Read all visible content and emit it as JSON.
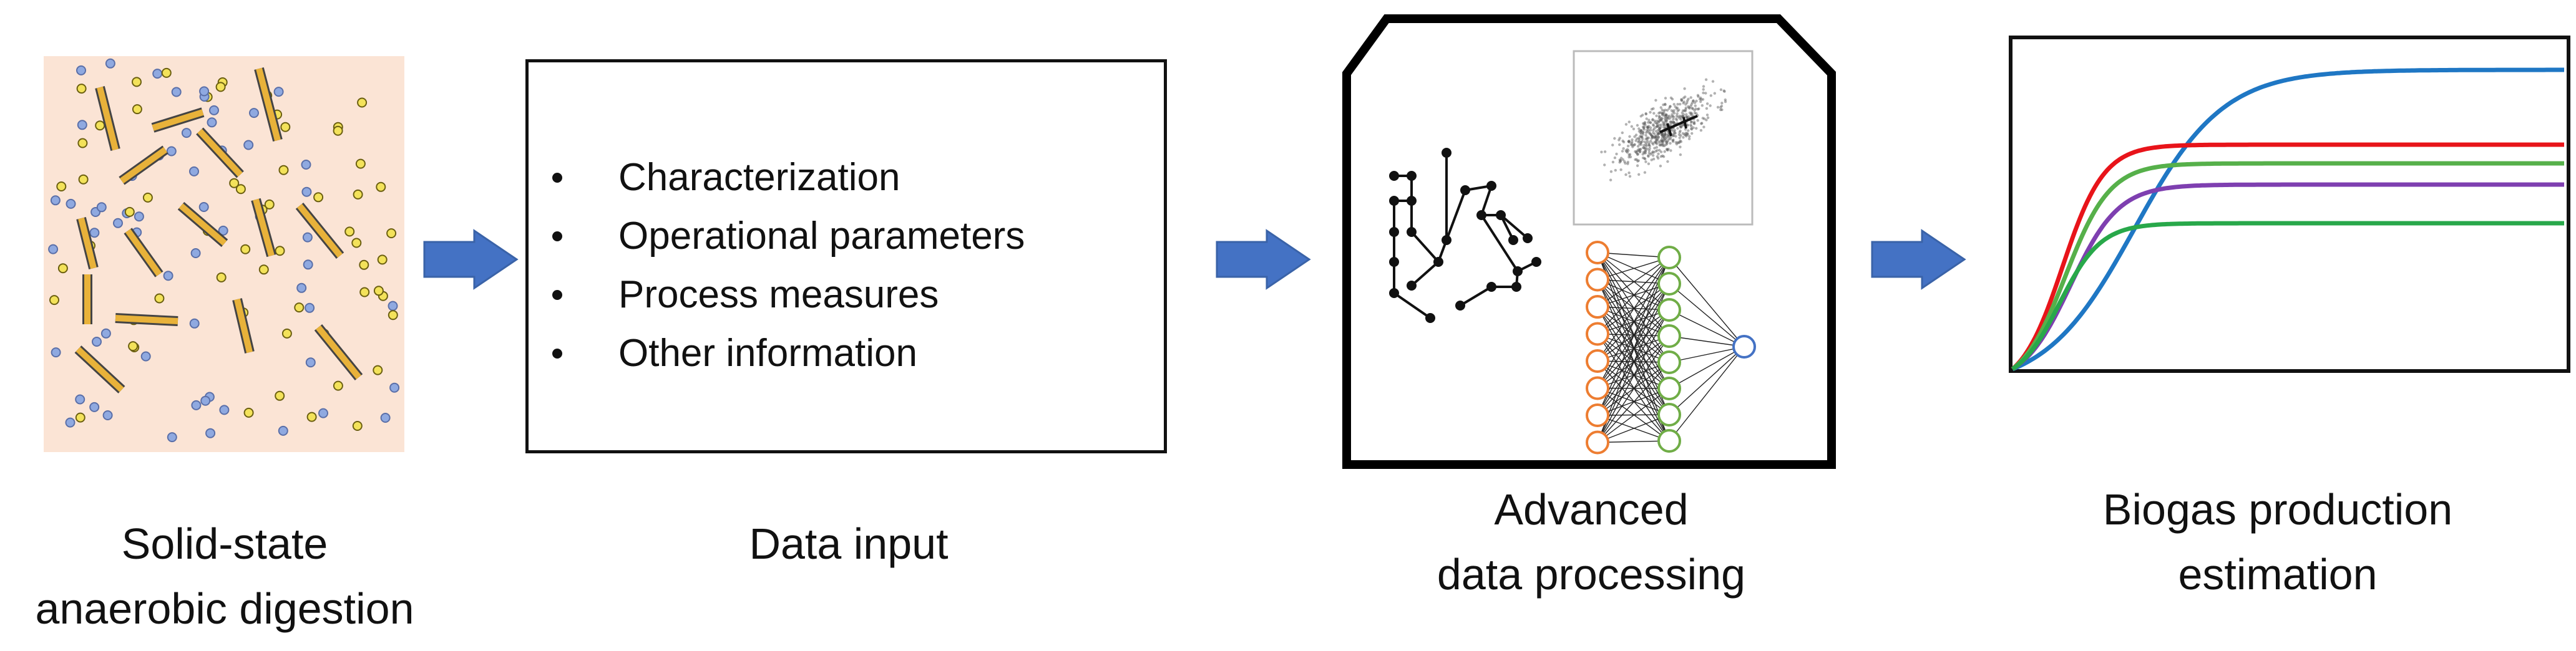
{
  "steps": [
    {
      "id": "ssad",
      "caption_lines": [
        "Solid-state",
        "anaerobic digestion"
      ]
    },
    {
      "id": "input",
      "caption_lines": [
        "Data input"
      ],
      "items": [
        "Characterization",
        "Operational parameters",
        "Process measures",
        "Other information"
      ]
    },
    {
      "id": "processing",
      "caption_lines": [
        "Advanced",
        "data processing"
      ]
    },
    {
      "id": "estimation",
      "caption_lines": [
        "Biogas production",
        "estimation"
      ]
    }
  ],
  "colors": {
    "ssad_background": "#FBE4D5",
    "fiber_fill": "#E8B23A",
    "fiber_stroke": "#444444",
    "particle_yellow": "#F3E25A",
    "particle_blue": "#8FA9E0",
    "arrow": "#4472C4",
    "nn_input": "#ED7D31",
    "nn_hidden": "#70AD47",
    "nn_output": "#4472C4",
    "curve_blue": "#1F77C4",
    "curve_red": "#E8141A",
    "curve_green": "#56B04A",
    "curve_purple": "#7E3FB0",
    "curve_green_low": "#28A84A"
  },
  "icons": [
    "particles-illustration",
    "tree-graph-icon",
    "scatter-plot-icon",
    "neural-network-icon",
    "growth-curves-chart"
  ]
}
